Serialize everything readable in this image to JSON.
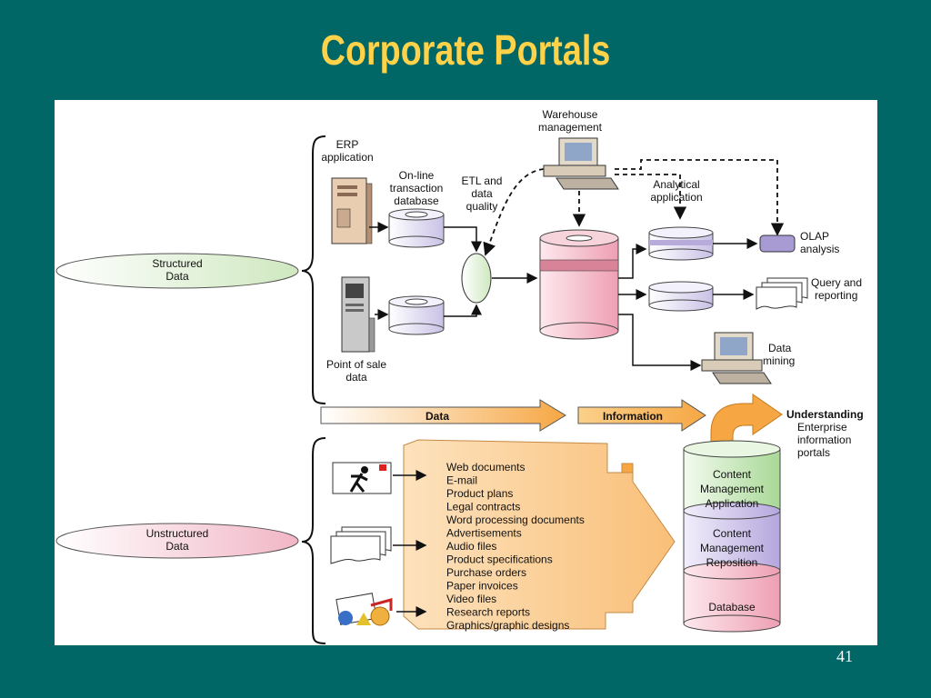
{
  "slide": {
    "title": "Corporate Portals",
    "page_number": "41"
  },
  "labels": {
    "structured": [
      "Structured",
      "Data"
    ],
    "unstructured": [
      "Unstructured",
      "Data"
    ],
    "erp": [
      "ERP",
      "application"
    ],
    "oltp": [
      "On-line",
      "transaction",
      "database"
    ],
    "pos": [
      "Point of sale",
      "data"
    ],
    "etl": [
      "ETL and",
      "data",
      "quality"
    ],
    "warehouse_mgmt": [
      "Warehouse",
      "management"
    ],
    "analytical": [
      "Analytical",
      "application"
    ],
    "olap": [
      "OLAP",
      "analysis"
    ],
    "query": [
      "Query and",
      "reporting"
    ],
    "data_mining": [
      "Data",
      "mining"
    ],
    "flow_data": "Data",
    "flow_information": "Information",
    "understanding": "Understanding",
    "eip": [
      "Enterprise",
      "information",
      "portals"
    ],
    "cm_application": [
      "Content",
      "Management",
      "Application"
    ],
    "cm_reposition": [
      "Content",
      "Management",
      "Reposition"
    ],
    "database": "Database"
  },
  "unstructured_items": [
    "Web documents",
    "E-mail",
    "Product plans",
    "Legal contracts",
    "Word processing documents",
    "Advertisements",
    "Audio files",
    "Product specifications",
    "Purchase orders",
    "Paper invoices",
    "Video files",
    "Research reports",
    "Graphics/graphic designs"
  ],
  "colors": {
    "background": "#006666",
    "title": "#ffd24a",
    "cylinder_lavender": "#dcd6ef",
    "warehouse_pink": "#f3c6d0",
    "arrow_orange": "#f6a744",
    "panel_peach": "#fbc98a",
    "green_band": "#bfe3b0",
    "purple_band": "#cbbfe6",
    "pink_band": "#f2b6c4"
  }
}
